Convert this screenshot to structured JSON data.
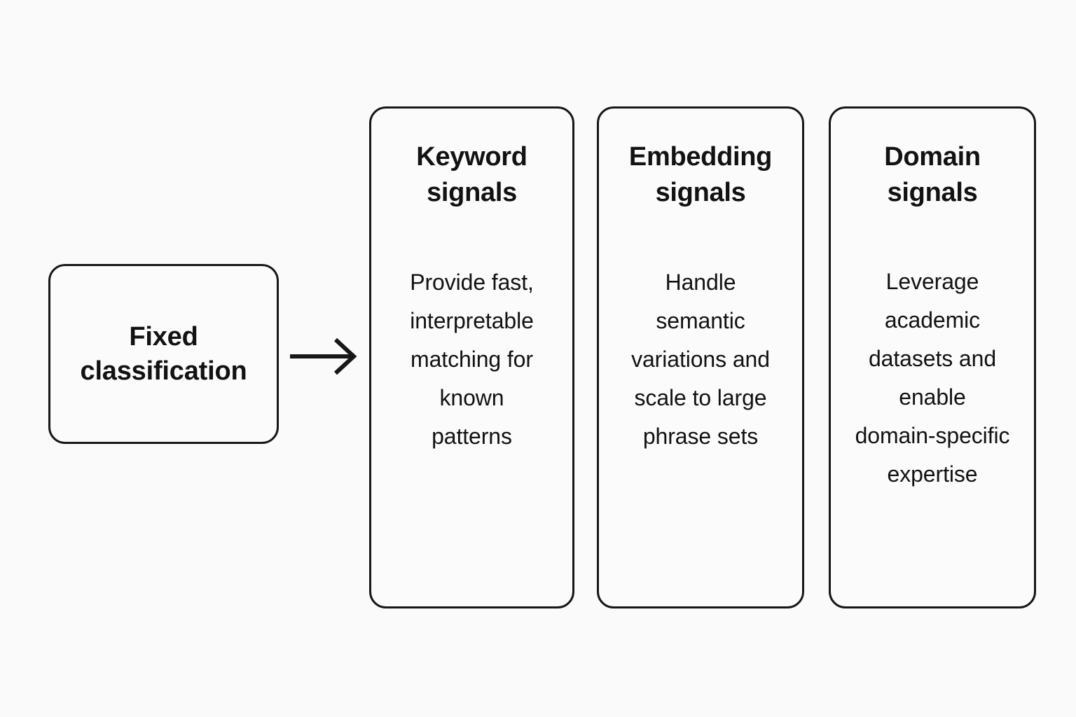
{
  "diagram": {
    "background_color": "#fafafb",
    "stroke_color": "#171717",
    "text_color": "#121212",
    "source": {
      "label": "Fixed\nclassification"
    },
    "connector": {
      "icon": "arrow-right-icon",
      "direction": "right"
    },
    "cards": [
      {
        "title": "Keyword\nsignals",
        "body": "Provide fast,\ninterpretable\nmatching for\nknown\npatterns"
      },
      {
        "title": "Embedding\nsignals",
        "body": "Handle\nsemantic\nvariations and\nscale to large\nphrase sets"
      },
      {
        "title": "Domain\nsignals",
        "body": "Leverage\nacademic\ndatasets and\nenable\ndomain-specific\nexpertise"
      }
    ]
  }
}
